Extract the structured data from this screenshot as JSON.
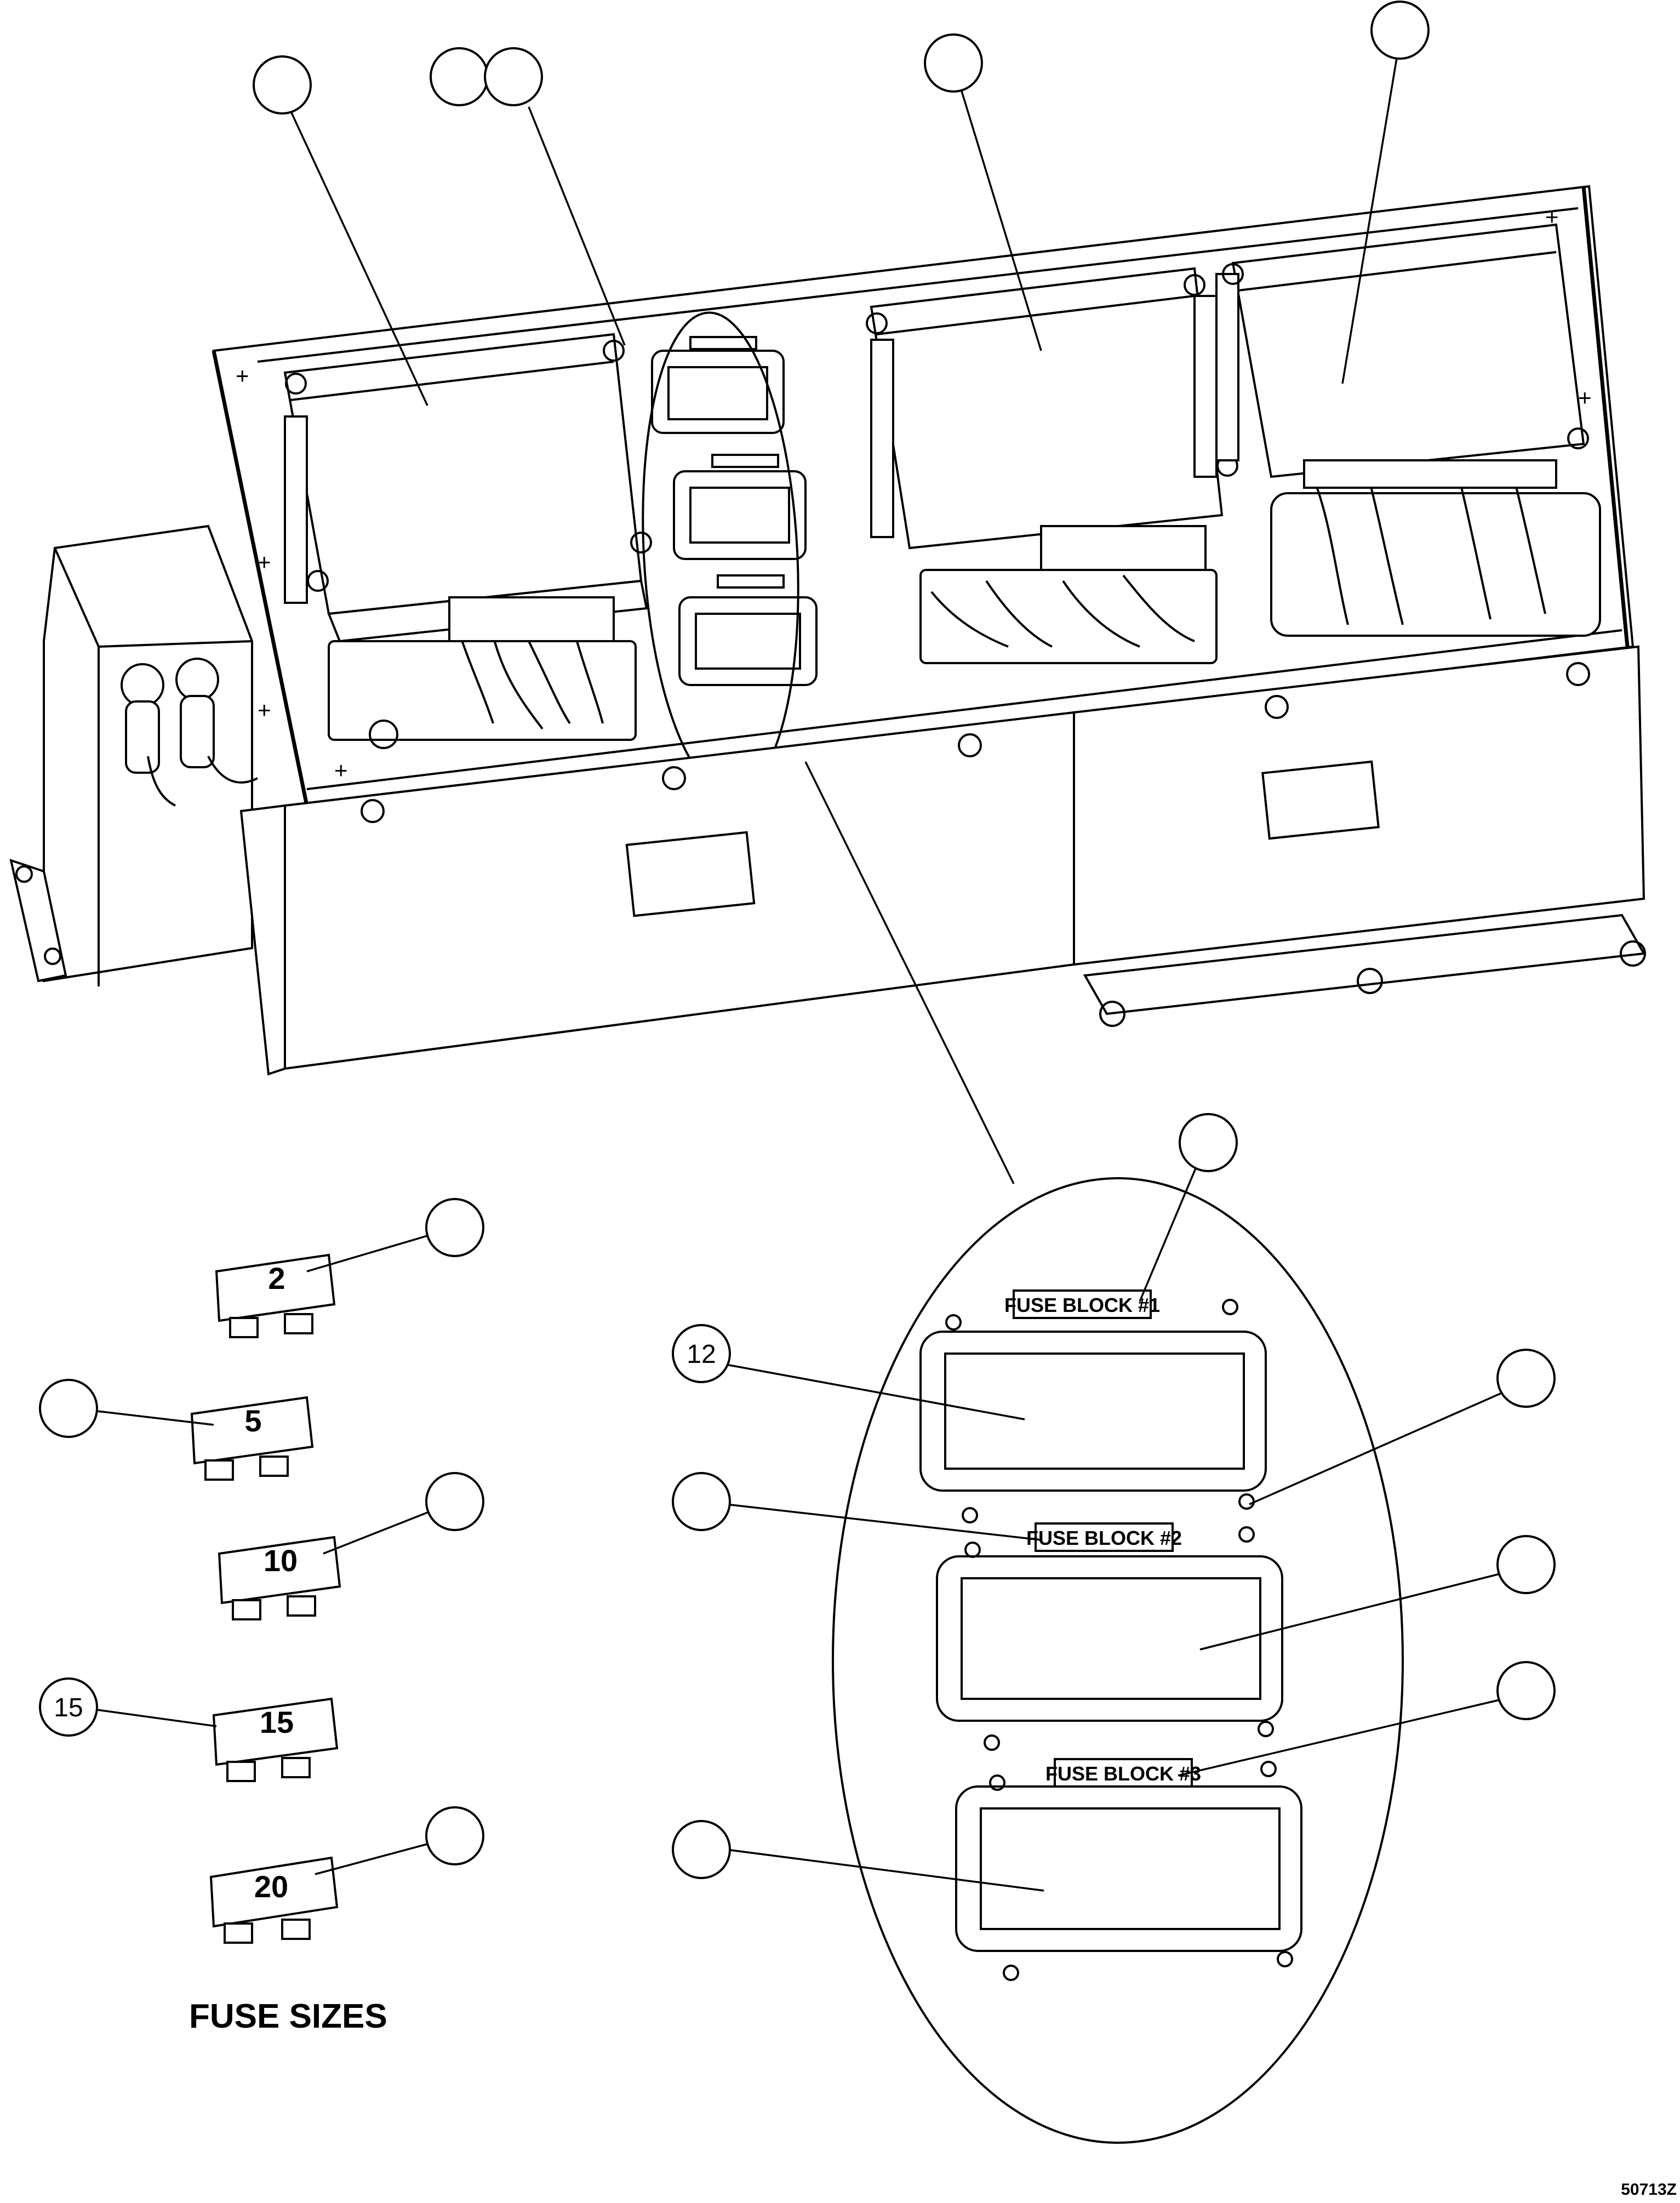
{
  "figure_code": "50713Z",
  "fuse_sizes_caption": "FUSE SIZES",
  "fuses": [
    {
      "rating": "2",
      "callout": ""
    },
    {
      "rating": "5",
      "callout": ""
    },
    {
      "rating": "10",
      "callout": ""
    },
    {
      "rating": "15",
      "callout": "15"
    },
    {
      "rating": "20",
      "callout": ""
    }
  ],
  "fuse_block_labels": [
    "FUSE BLOCK #1",
    "FUSE BLOCK #2",
    "FUSE BLOCK #3"
  ],
  "detail_callouts": [
    "",
    "12",
    "",
    "",
    "",
    "",
    ""
  ],
  "top_callouts": [
    "",
    "",
    "",
    "",
    ""
  ]
}
